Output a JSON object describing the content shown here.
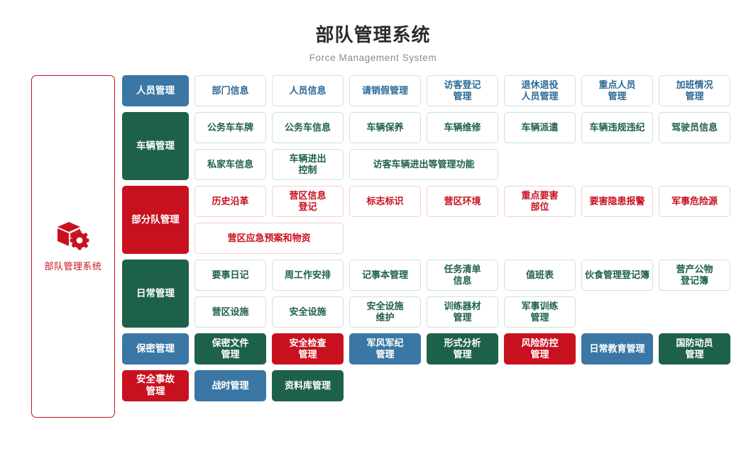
{
  "header": {
    "title": "部队管理系统",
    "subtitle": "Force Management System"
  },
  "sidebar": {
    "icon": "cube-gear-icon",
    "label": "部队管理系统",
    "accent_color": "#c8111f"
  },
  "colors": {
    "blue": "#3a77a4",
    "green": "#1e6149",
    "red": "#c8111f",
    "outline_blue": "#cfe0ea",
    "outline_green": "#cfe0da",
    "outline_red": "#f3ced2",
    "title": "#2b2b2b",
    "subtitle": "#8c8c8c"
  },
  "rows": [
    {
      "category": {
        "label": "人员管理",
        "color": "blue"
      },
      "subrows": [
        [
          {
            "label": "部门信息",
            "style": "out-blue",
            "width": 1
          },
          {
            "label": "人员信息",
            "style": "out-blue",
            "width": 1
          },
          {
            "label": "请销假管理",
            "style": "out-blue",
            "width": 1
          },
          {
            "label": "访客登记\n管理",
            "style": "out-blue",
            "width": 1
          },
          {
            "label": "退休退役\n人员管理",
            "style": "out-blue",
            "width": 1
          },
          {
            "label": "重点人员\n管理",
            "style": "out-blue",
            "width": 1
          },
          {
            "label": "加班情况\n管理",
            "style": "out-blue",
            "width": 1
          }
        ]
      ]
    },
    {
      "category": {
        "label": "车辆管理",
        "color": "green"
      },
      "subrows": [
        [
          {
            "label": "公务车车牌",
            "style": "out-green",
            "width": 1
          },
          {
            "label": "公务车信息",
            "style": "out-green",
            "width": 1
          },
          {
            "label": "车辆保养",
            "style": "out-green",
            "width": 1
          },
          {
            "label": "车辆维修",
            "style": "out-green",
            "width": 1
          },
          {
            "label": "车辆派遣",
            "style": "out-green",
            "width": 1
          },
          {
            "label": "车辆违规违纪",
            "style": "out-green",
            "width": 1
          },
          {
            "label": "驾驶员信息",
            "style": "out-green",
            "width": 1
          }
        ],
        [
          {
            "label": "私家车信息",
            "style": "out-green",
            "width": 1
          },
          {
            "label": "车辆进出\n控制",
            "style": "out-green",
            "width": 1
          },
          {
            "label": "访客车辆进出等管理功能",
            "style": "out-green",
            "width": 2
          }
        ]
      ]
    },
    {
      "category": {
        "label": "部分队管理",
        "color": "red"
      },
      "subrows": [
        [
          {
            "label": "历史沿革",
            "style": "out-red",
            "width": 1
          },
          {
            "label": "营区信息\n登记",
            "style": "out-red",
            "width": 1
          },
          {
            "label": "标志标识",
            "style": "out-red",
            "width": 1
          },
          {
            "label": "营区环境",
            "style": "out-red",
            "width": 1
          },
          {
            "label": "重点要害\n部位",
            "style": "out-red",
            "width": 1
          },
          {
            "label": "要害隐患报警",
            "style": "out-red",
            "width": 1
          },
          {
            "label": "军事危险源",
            "style": "out-red",
            "width": 1
          }
        ],
        [
          {
            "label": "营区应急预案和物资",
            "style": "out-red",
            "width": 2
          }
        ]
      ]
    },
    {
      "category": {
        "label": "日常管理",
        "color": "green"
      },
      "subrows": [
        [
          {
            "label": "要事日记",
            "style": "out-green",
            "width": 1
          },
          {
            "label": "周工作安排",
            "style": "out-green",
            "width": 1
          },
          {
            "label": "记事本管理",
            "style": "out-green",
            "width": 1
          },
          {
            "label": "任务清单\n信息",
            "style": "out-green",
            "width": 1
          },
          {
            "label": "值班表",
            "style": "out-green",
            "width": 1
          },
          {
            "label": "伙食管理登记簿",
            "style": "out-green",
            "width": 1
          },
          {
            "label": "营产公物\n登记簿",
            "style": "out-green",
            "width": 1
          }
        ],
        [
          {
            "label": "营区设施",
            "style": "out-green",
            "width": 1
          },
          {
            "label": "安全设施",
            "style": "out-green",
            "width": 1
          },
          {
            "label": "安全设施\n维护",
            "style": "out-green",
            "width": 1
          },
          {
            "label": "训练器材\n管理",
            "style": "out-green",
            "width": 1
          },
          {
            "label": "军事训练\n管理",
            "style": "out-green",
            "width": 1
          }
        ]
      ]
    },
    {
      "category": {
        "label": "保密管理",
        "color": "blue"
      },
      "subrows": [
        [
          {
            "label": "保密文件\n管理",
            "style": "solid-green",
            "width": 1
          },
          {
            "label": "安全检查\n管理",
            "style": "solid-red",
            "width": 1
          },
          {
            "label": "军风军纪\n管理",
            "style": "solid-blue",
            "width": 1
          },
          {
            "label": "形式分析\n管理",
            "style": "solid-green",
            "width": 1
          },
          {
            "label": "风险防控\n管理",
            "style": "solid-red",
            "width": 1
          },
          {
            "label": "日常教育管理",
            "style": "solid-blue",
            "width": 1
          },
          {
            "label": "国防动员\n管理",
            "style": "solid-green",
            "width": 1
          }
        ]
      ]
    },
    {
      "category": {
        "label": "安全事故\n管理",
        "color": "red",
        "standalone": true
      },
      "subrows": [
        [
          {
            "label": "战时管理",
            "style": "solid-blue",
            "width": 1
          },
          {
            "label": "资料库管理",
            "style": "solid-green",
            "width": 1
          }
        ]
      ]
    }
  ]
}
